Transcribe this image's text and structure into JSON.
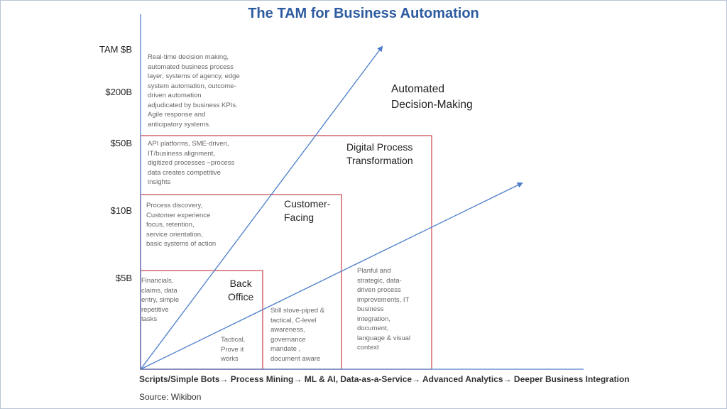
{
  "title": "The TAM for Business Automation",
  "y_axis": {
    "tam_label": "TAM $B",
    "ticks": [
      "$200B",
      "$50B",
      "$10B",
      "$5B"
    ]
  },
  "regions": {
    "back_office": {
      "label": "Back\nOffice",
      "description": "Financials,\nclaims, data\nentry, simple\nrepetitive\ntasks",
      "note": "Tactical,\nProve it\nworks"
    },
    "customer_facing": {
      "label": "Customer-\nFacing",
      "description": "Process discovery,\nCustomer experience\nfocus, retention,\nservice orientation,\nbasic systems of action",
      "note": "Still stove-piped &\ntactical, C-level\nawareness,\ngovernance\nmandate ,\ndocument aware"
    },
    "digital_process": {
      "label": "Digital Process\nTransformation",
      "description": "API platforms, SME-driven,\nIT/business alignment,\ndigitized processes ~process\ndata creates competitive\ninsights",
      "note": "Planful and\nstrategic, data-\ndriven process\nimprovements,  IT\nbusiness\nintegration,\ndocument,\nlanguage & visual\ncontext"
    },
    "automated_decision": {
      "label": "Automated\nDecision-Making",
      "description": "Real-time decision making,\nautomated business process\nlayer, systems of agency, edge\nsystem automation, outcome-\ndriven automation\nadjudicated by business KPIs.\nAgile response and\nanticipatory systems."
    }
  },
  "x_axis_text": "Scripts/Simple Bots→ Process Mining→ ML & AI, Data-as-a-Service→ Advanced Analytics→ Deeper Business Integration",
  "source": "Source: Wikibon",
  "colors": {
    "title": "#2d5ba0",
    "axis": "#4a7cc9",
    "box": "#c8434b"
  }
}
